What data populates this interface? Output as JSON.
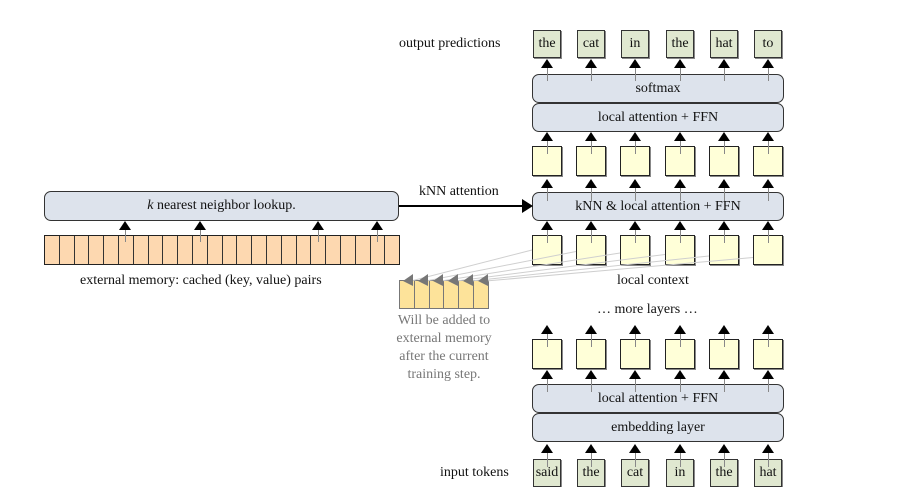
{
  "labels": {
    "output_predictions": "output predictions",
    "input_tokens": "input tokens",
    "local_context": "local context",
    "more_layers": "… more layers …",
    "external_memory": "external memory: cached (key, value) pairs",
    "knn_attention": "kNN attention",
    "knn_lookup_italic": "k",
    "knn_lookup_rest": " nearest neighbor lookup.",
    "note_lines": [
      "Will be added to",
      "external memory",
      "after the current",
      "training step."
    ]
  },
  "layers": {
    "softmax": "softmax",
    "top_local_attention": "local attention + FFN",
    "knn_local_attention": "kNN & local attention + FFN",
    "bottom_local_attention": "local attention + FFN",
    "embedding": "embedding layer"
  },
  "output_tokens": [
    "the",
    "cat",
    "in",
    "the",
    "hat",
    "to"
  ],
  "input_tokens": [
    "said",
    "the",
    "cat",
    "in",
    "the",
    "hat"
  ],
  "external_memory_cells": 24,
  "new_memory_cells": 6,
  "colors": {
    "token_fill": "#e0e8d0",
    "hidden_fill": "#ffffd8",
    "layer_fill": "#dde3ec",
    "memory_fill": "#fdd8b0",
    "new_memory_fill": "#fde39a",
    "note_text": "#777777"
  }
}
